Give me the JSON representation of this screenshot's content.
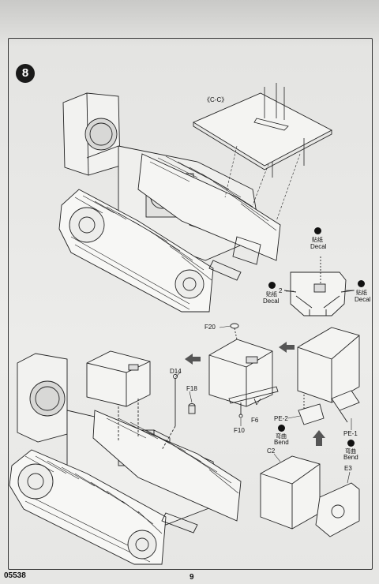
{
  "page": {
    "step_number": "8",
    "catalog_number": "05538",
    "page_number": "9"
  },
  "labels": {
    "section": "《C-C》",
    "decal_cn": "贴纸",
    "decal_en": "Decal",
    "part_2": "2",
    "bend_cn": "弯曲",
    "bend_en": "Bend",
    "f20": "F20",
    "d14": "D14",
    "f18": "F18",
    "f6": "F6",
    "f10": "F10",
    "pe2": "PE-2",
    "pe1": "PE-1",
    "c2": "C2",
    "e3": "E3"
  }
}
